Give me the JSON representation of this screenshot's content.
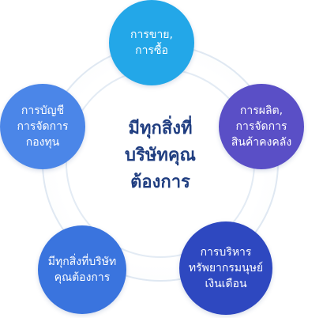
{
  "center": {
    "title": "มีทุกสิ่งที่\nบริษัทคุณ\nต้องการ"
  },
  "nodes": {
    "top": "การขาย,\nการซื้อ",
    "left": "การบัญชี\nการจัดการ\nกองทุน",
    "right": "การผลิต,\nการจัดการ\nสินค้าคงคลัง",
    "bottom_left": "มีทุกสิ่งที่บริษัท\nคุณต้องการ",
    "bottom_right": "การบริหาร\nทรัพยากรมนุษย์\nเงินเดือน"
  },
  "colors": {
    "top": "#23a7e8",
    "left": "#4b86e8",
    "right": "#5a4fc6",
    "bottom_left": "#3a74de",
    "bottom_right": "#2e48c0",
    "center_text": "#1f3d80",
    "ring": "#dfe8f2"
  }
}
